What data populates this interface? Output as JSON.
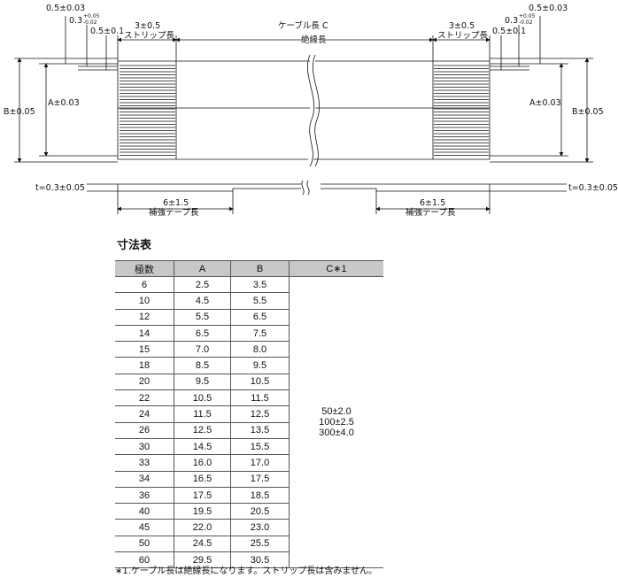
{
  "drawing": {
    "cable_length": "ケーブル長 C",
    "insulation_length": "絶縁長",
    "strip_dim": "3±0.5",
    "strip_label": "ストリップ長",
    "tol_0_5_0_03": "0.5±0.03",
    "tol_0_3": "0.3",
    "tol_0_3_plus": "+0.05",
    "tol_0_3_minus": "-0.02",
    "tol_0_5_0_1": "0.5±0.1",
    "dim_a": "A±0.03",
    "dim_b": "B±0.05",
    "dim_t": "t=0.3±0.05",
    "reinforce_dim": "6±1.5",
    "reinforce_label": "補強テープ長"
  },
  "table": {
    "title": "寸法表",
    "headers": [
      "極数",
      "A",
      "B",
      "C∗1"
    ],
    "rows": [
      [
        "6",
        "2.5",
        "3.5"
      ],
      [
        "10",
        "4.5",
        "5.5"
      ],
      [
        "12",
        "5.5",
        "6.5"
      ],
      [
        "14",
        "6.5",
        "7.5"
      ],
      [
        "15",
        "7.0",
        "8.0"
      ],
      [
        "18",
        "8.5",
        "9.5"
      ],
      [
        "20",
        "9.5",
        "10.5"
      ],
      [
        "22",
        "10.5",
        "11.5"
      ],
      [
        "24",
        "11.5",
        "12.5"
      ],
      [
        "26",
        "12.5",
        "13.5"
      ],
      [
        "30",
        "14.5",
        "15.5"
      ],
      [
        "33",
        "16.0",
        "17.0"
      ],
      [
        "34",
        "16.5",
        "17.5"
      ],
      [
        "36",
        "17.5",
        "18.5"
      ],
      [
        "40",
        "19.5",
        "20.5"
      ],
      [
        "45",
        "22.0",
        "23.0"
      ],
      [
        "50",
        "24.5",
        "25.5"
      ],
      [
        "60",
        "29.5",
        "30.5"
      ]
    ],
    "c_values": [
      "50±2.0",
      "100±2.5",
      "300±4.0"
    ]
  },
  "note": "∗1.ケーブル長は絶縁長になります。ストリップ長は含みません。"
}
